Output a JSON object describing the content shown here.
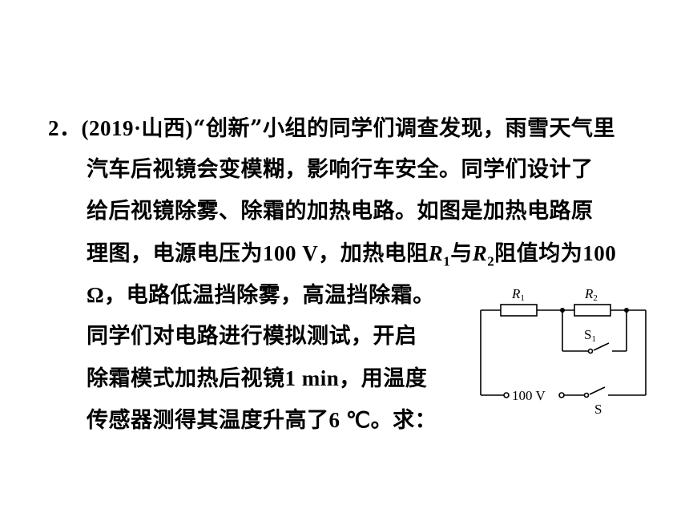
{
  "problem": {
    "line1": {
      "number": "2．",
      "source": "(2019·山西)",
      "text": "“创新”小组的同学们调查发现，雨雪天气里"
    },
    "line2": "汽车后视镜会变模糊，影响行车安全。同学们设计了",
    "line3": "给后视镜除雾、除霜的加热电路。如图是加热电路原",
    "line4": {
      "a": "理图，电源电压为",
      "voltage": "100 V",
      "b": "，加热电阻",
      "r1": "R",
      "r1sub": "1",
      "c": "与",
      "r2": "R",
      "r2sub": "2",
      "d": "阻值均为",
      "resistance": "100"
    },
    "line5": {
      "omega": "Ω",
      "text": "，电路低温挡除雾，高温挡除霜。"
    },
    "line6": "同学们对电路进行模拟测试，开启",
    "line7": {
      "a": "除霜模式加热后视镜",
      "time": "1 min",
      "b": "，用温度"
    },
    "line8": {
      "a": "传感器测得其温度升高了",
      "temp": "6 ℃",
      "b": "。求："
    }
  },
  "circuit": {
    "r1_label": "R",
    "r1_sub": "1",
    "r2_label": "R",
    "r2_sub": "2",
    "s1_label": "S",
    "s1_sub": "1",
    "source_label": "100 V",
    "s_label": "S"
  }
}
